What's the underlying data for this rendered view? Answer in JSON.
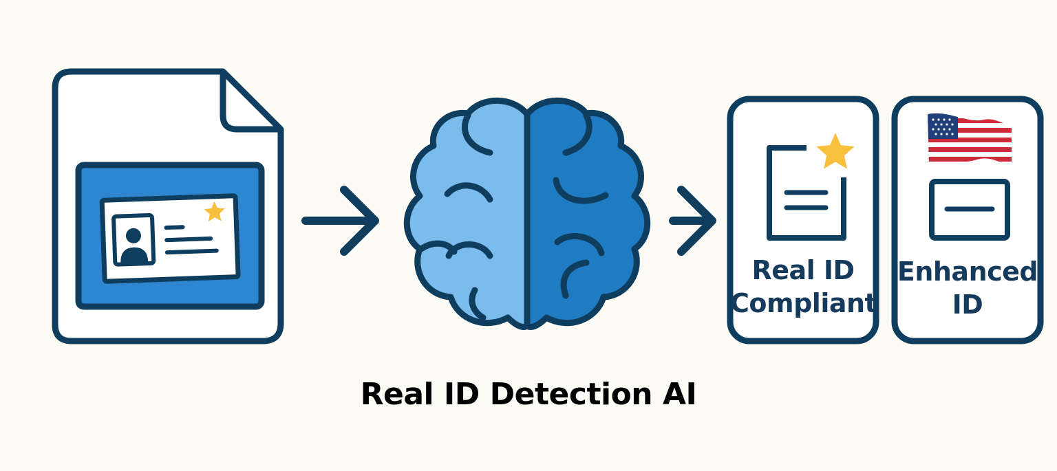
{
  "diagram": {
    "caption": "Real ID Detection AI",
    "outputs": [
      {
        "line1": "Real ID",
        "line2": "Compliant"
      },
      {
        "line1": "Enhanced",
        "line2": "ID"
      }
    ]
  },
  "colors": {
    "background": "#fdfbf5",
    "outline": "#0f3d5e",
    "brain_left": "#7bbcec",
    "brain_right": "#1f7cc2",
    "card_blue": "#2f86d0",
    "star": "#f8c03c"
  },
  "icons": {
    "input": "id-document-icon",
    "process": "brain-icon",
    "output_1": "real-id-compliant-icon",
    "output_2": "enhanced-id-flag-icon"
  }
}
